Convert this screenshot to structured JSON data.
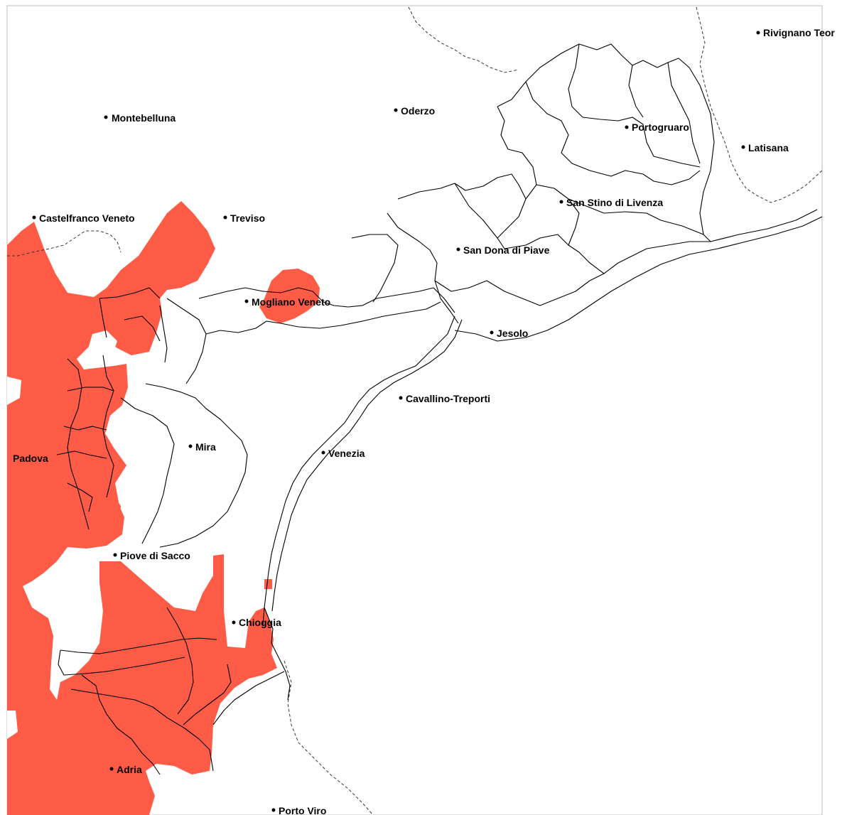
{
  "map": {
    "colors": {
      "background": "#ffffff",
      "flood_area": "#ff5c47",
      "municipal_border": "#000000",
      "province_border": "#333333"
    },
    "cities": {
      "rivignano": "Rivignano Teor",
      "montebelluna": "Montebelluna",
      "oderzo": "Oderzo",
      "portogruaro": "Portogruaro",
      "latisana": "Latisana",
      "castelfranco": "Castelfranco Veneto",
      "treviso": "Treviso",
      "san_stino": "San Stino di Livenza",
      "san_dona": "San Dona di Piave",
      "mogliano": "Mogliano Veneto",
      "jesolo": "Jesolo",
      "cavallino": "Cavallino-Treporti",
      "mira": "Mira",
      "venezia": "Venezia",
      "padova": "Padova",
      "piove": "Piove di Sacco",
      "chioggia": "Chioggia",
      "adria": "Adria",
      "porto_viro": "Porto Viro"
    }
  }
}
